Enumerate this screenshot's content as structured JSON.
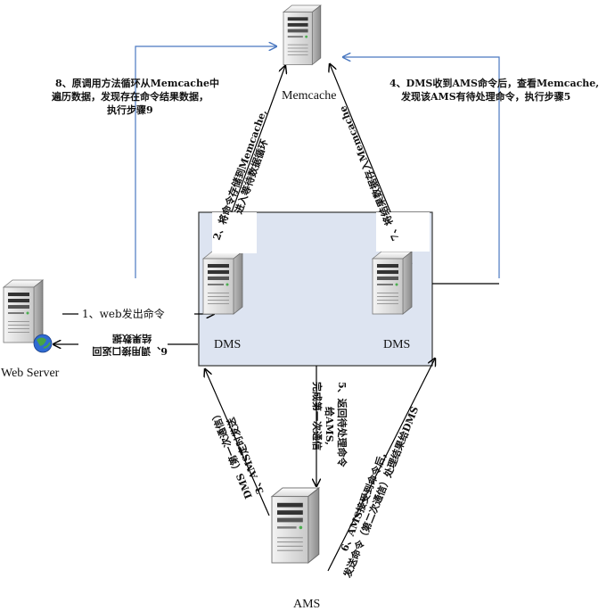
{
  "nodes": {
    "memcache": "Memcache",
    "web_server": "Web Server",
    "dms_left": "DMS",
    "dms_right": "DMS",
    "ams": "AMS"
  },
  "steps": {
    "s1": "1、web发出命令",
    "s2_line1": "2、将命令存储到Memcache,",
    "s2_line2": "进入等待数据循环",
    "s3_line1": "3、AMS定时发送",
    "s3_line2": "DMS（第一次通信）",
    "s4_line1": "4、DMS收到AMS命令后，查看Memcache,",
    "s4_line2": "发现该AMS有待处理命令，执行步骤5",
    "s5_line1": "5、返回待处理命令",
    "s5_line2": "给AMS,",
    "s5_line3": "完成第一次通信",
    "s6a_line1": "6、AMS接受到命令后，",
    "s6a_line2": "发送命令（第二次通信）处理结果给DMS",
    "s6b_line1": "6、调用接口返回",
    "s6b_line2": "结果数据",
    "s7": "7、将结果数据存入Memcache",
    "s8_line1": "8、原调用方法循环从Memcache中",
    "s8_line2": "遍历数据，发现存在命令结果数据，",
    "s8_line3": "执行步骤9"
  }
}
